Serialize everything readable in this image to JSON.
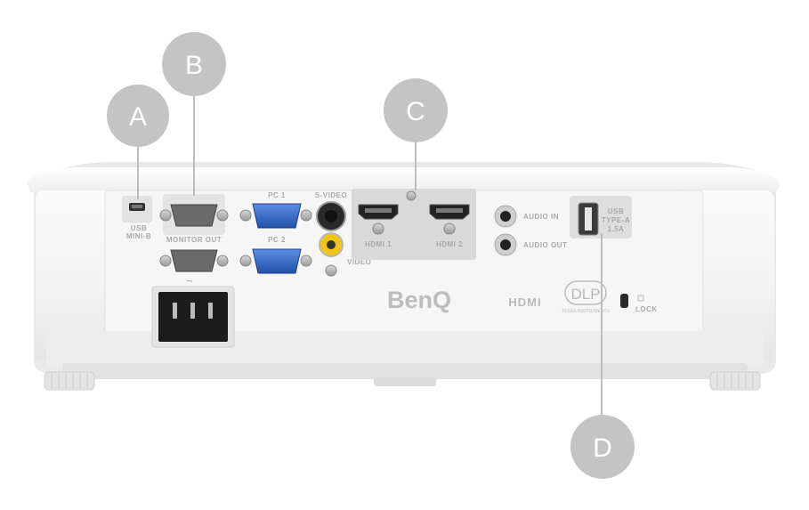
{
  "brand": {
    "logo_text": "BenQ",
    "hdmi_logo_text": "HDMI",
    "dlp_logo_text": "DLP",
    "dlp_sub_text": "TEXAS INSTRUMENTS"
  },
  "callouts": {
    "a": "A",
    "b": "B",
    "c": "C",
    "d": "D"
  },
  "port_labels": {
    "usb_mini_b_1": "USB",
    "usb_mini_b_2": "MINI-B",
    "monitor_out": "MONITOR OUT",
    "pc1": "PC 1",
    "pc2": "PC 2",
    "s_video": "S-VIDEO",
    "video": "VIDEO",
    "hdmi1": "HDMI 1",
    "hdmi2": "HDMI 2",
    "audio_in": "AUDIO IN",
    "audio_out": "AUDIO OUT",
    "usb_type_a_1": "USB",
    "usb_type_a_2": "TYPE-A",
    "usb_type_a_3": "1.5A",
    "lock": "LOCK",
    "power_symbol": "~"
  },
  "colors": {
    "callout": "#c4c4c4",
    "body": "#f4f4f4",
    "vga_blue": "#2f64c4",
    "rca_yellow": "#f0c419"
  }
}
